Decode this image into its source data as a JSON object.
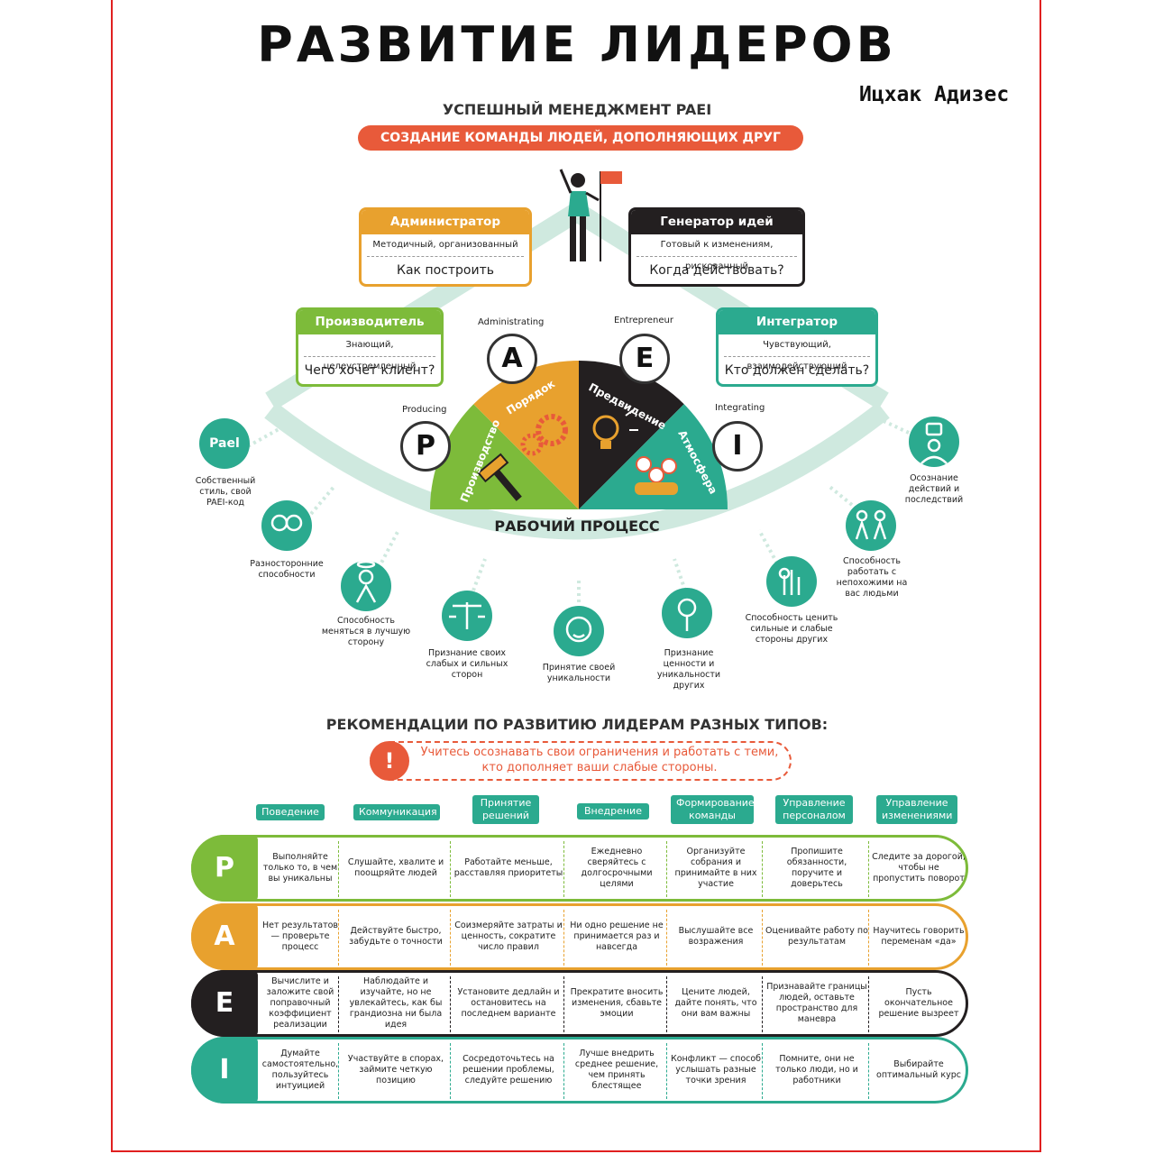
{
  "title": "РАЗВИТИЕ ЛИДЕРОВ",
  "author": "Ицхак Адизес",
  "subtitle": "УСПЕШНЫЙ МЕНЕДЖМЕНТ PAEI",
  "banner": "СОЗДАНИЕ КОМАНДЫ ЛЮДЕЙ, ДОПОЛНЯЮЩИХ ДРУГ ДРУГА",
  "colors": {
    "green": "#7dbb3a",
    "orange": "#e8a12e",
    "black": "#231f20",
    "teal": "#2baa8f",
    "light": "#cfe9df",
    "red": "#e85a3a"
  },
  "roles": {
    "admin": {
      "title": "Администратор",
      "desc": "Методичный, организованный",
      "question": "Как построить процессы?"
    },
    "entre": {
      "title": "Генератор идей",
      "desc": "Готовый к изменениям, рискованный",
      "question": "Когда действовать?"
    },
    "prod": {
      "title": "Производитель",
      "desc": "Знающий, целеустремленный",
      "question": "Чего хочет клиент?"
    },
    "integ": {
      "title": "Интегратор",
      "desc": "Чувствующий, взаимодействующий",
      "question": "Кто должен сделать?"
    }
  },
  "eng": {
    "a": "Administrating",
    "e": "Entrepreneur",
    "p": "Producing",
    "i": "Integrating"
  },
  "letters": {
    "p": "P",
    "a": "A",
    "e": "E",
    "i": "I"
  },
  "sectors": {
    "p": "Производство",
    "a": "Порядок",
    "e": "Предвидение",
    "i": "Атмосфера"
  },
  "process": "РАБОЧИЙ ПРОЦЕСС",
  "paei_badge": "Pael",
  "traits": [
    "Собственный стиль, свой PAEI-код",
    "Разносторонние способности",
    "Способность меняться в лучшую сторону",
    "Признание своих слабых и сильных сторон",
    "Принятие своей уникальности",
    "Признание ценности и уникальности других",
    "Способность ценить сильные и слабые стороны других",
    "Способность работать с непохожими на вас людьми",
    "Осознание действий и последствий"
  ],
  "rec_title": "РЕКОМЕНДАЦИИ ПО РАЗВИТИЮ ЛИДЕРАМ РАЗНЫХ ТИПОВ:",
  "warning": {
    "mark": "!",
    "text": "Учитесь осознавать свои ограничения и работать с теми, кто дополняет ваши слабые стороны."
  },
  "columns": [
    "Поведение",
    "Коммуникация",
    "Принятие решений",
    "Внедрение",
    "Формирование команды",
    "Управление персоналом",
    "Управление изменениями"
  ],
  "rows": [
    {
      "letter": "P",
      "cells": [
        "Выполняйте только то, в чем вы уникальны",
        "Слушайте, хвалите и поощряйте людей",
        "Работайте меньше, расставляя приоритеты",
        "Ежедневно сверяйтесь с долгосрочными целями",
        "Организуйте собрания и принимайте в них участие",
        "Пропишите обязанности, поручите и доверьтесь",
        "Следите за дорогой, чтобы не пропустить поворот"
      ]
    },
    {
      "letter": "A",
      "cells": [
        "Нет результатов — проверьте процесс",
        "Действуйте быстро, забудьте о точности",
        "Соизмеряйте затраты и ценность, сократите число правил",
        "Ни одно решение не принимается раз и навсегда",
        "Выслушайте все возражения",
        "Оценивайте работу по результатам",
        "Научитесь говорить переменам «да»"
      ]
    },
    {
      "letter": "E",
      "cells": [
        "Вычислите и заложите свой поправочный коэффициент реализации",
        "Наблюдайте и изучайте, но не увлекайтесь, как бы грандиозна ни была идея",
        "Установите дедлайн и остановитесь на последнем варианте",
        "Прекратите вносить изменения, сбавьте эмоции",
        "Цените людей, дайте понять, что они вам важны",
        "Признавайте границы людей, оставьте пространство для маневра",
        "Пусть окончательное решение вызреет"
      ]
    },
    {
      "letter": "I",
      "cells": [
        "Думайте самостоятельно, пользуйтесь интуицией",
        "Участвуйте в спорах, займите четкую позицию",
        "Сосредоточьтесь на решении проблемы, следуйте решению",
        "Лучше внедрить среднее решение, чем принять блестящее",
        "Конфликт — способ услышать разные точки зрения",
        "Помните, они не только люди, но и работники",
        "Выбирайте оптимальный курс"
      ]
    }
  ]
}
